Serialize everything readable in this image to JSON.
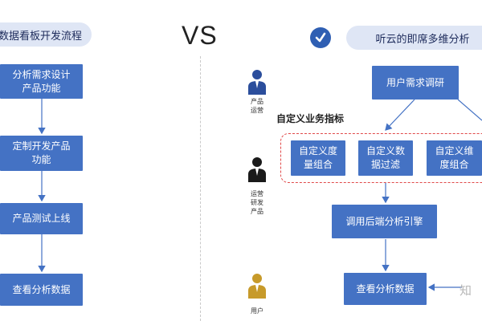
{
  "left": {
    "header": "数据看板开发流程",
    "steps": [
      "分析需求设计\n产品功能",
      "定制开发产品\n功能",
      "产品测试上线",
      "查看分析数据"
    ]
  },
  "vs_label": "VS",
  "right": {
    "header": "听云的即席多维分析",
    "roles": [
      {
        "label": "产品\n运营",
        "color": "#2b4e9c"
      },
      {
        "label": "运营\n研发\n产品",
        "color": "#1a1a1a"
      },
      {
        "label": "用户",
        "color": "#c79a2a"
      }
    ],
    "top_step": "用户需求调研",
    "metrics_title": "自定义业务指标",
    "metrics": [
      "自定义度\n量组合",
      "自定义数\n据过滤",
      "自定义维\n度组合"
    ],
    "engine_step": "调用后端分析引擎",
    "final_step": "查看分析数据",
    "watermark": "知"
  },
  "colors": {
    "box": "#4472c4",
    "pill": "#dfe6f5",
    "accent_dash": "#e04848"
  },
  "icons": [
    "checkmark-icon",
    "person-icon"
  ]
}
